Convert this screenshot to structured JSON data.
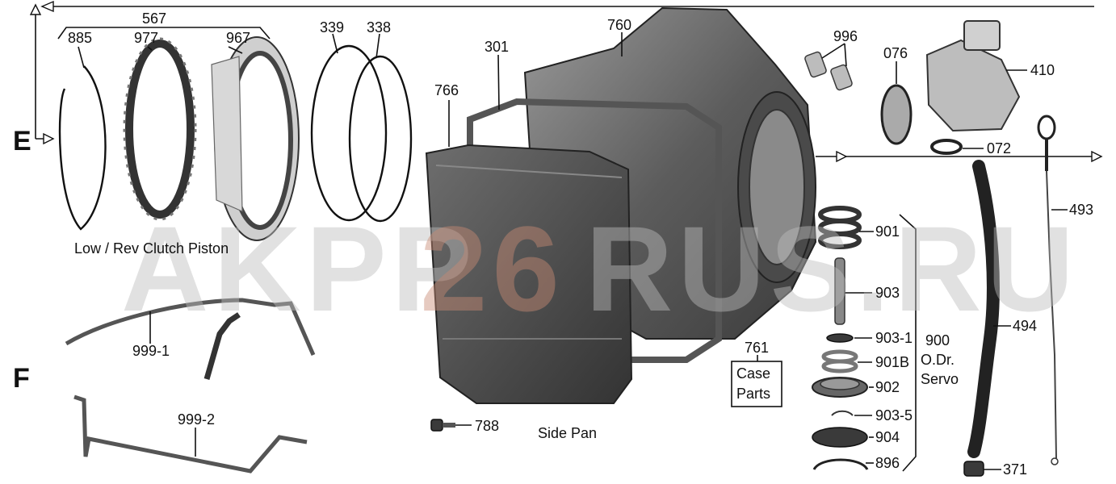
{
  "section_markers": {
    "e": "E",
    "f": "F"
  },
  "labels": {
    "p567": "567",
    "p885": "885",
    "p977": "977",
    "p967": "967",
    "p339": "339",
    "p338": "338",
    "p301": "301",
    "p766": "766",
    "p760": "760",
    "p996": "996",
    "p076": "076",
    "p410": "410",
    "p072": "072",
    "p493": "493",
    "p901": "901",
    "p903": "903",
    "p903_1": "903-1",
    "p901b": "901B",
    "p902": "902",
    "p903_5": "903-5",
    "p904": "904",
    "p896": "896",
    "p494": "494",
    "p371": "371",
    "p761": "761",
    "p788": "788",
    "p999_1": "999-1",
    "p999_2": "999-2",
    "p900": "900"
  },
  "captions": {
    "clutch_piston": "Low / Rev Clutch Piston",
    "side_pan": "Side Pan",
    "case_parts_line1": "Case",
    "case_parts_line2": "Parts",
    "servo_line1": "O.Dr.",
    "servo_line2": "Servo"
  },
  "watermark": {
    "part1": "AKPP",
    "part2": "26",
    "part3": "RUS.RU"
  }
}
